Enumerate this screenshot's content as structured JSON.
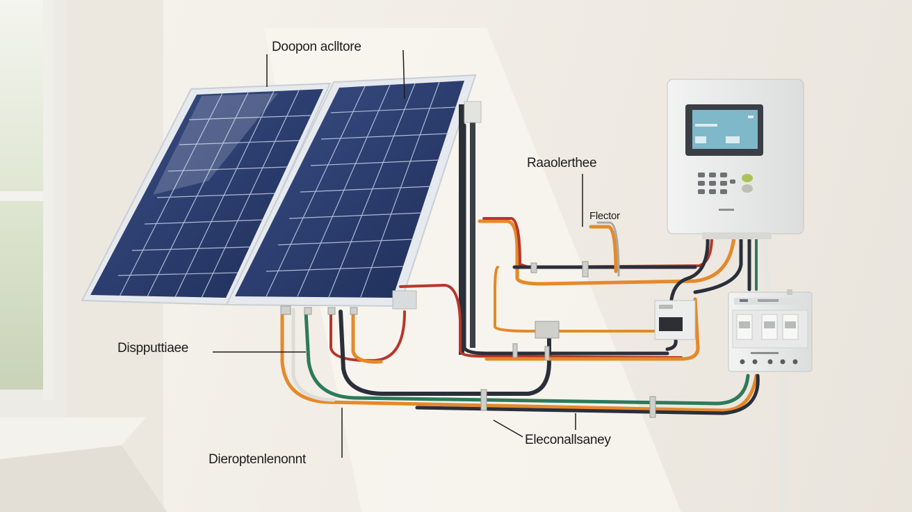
{
  "labels": {
    "top": "Doopon aclltore",
    "regulator": "Raaolerthee",
    "fuse": "Flector",
    "left": "Dispputtiaee",
    "bottom": "Dieroptenlenonnt",
    "bottom_right": "Eleconallsaney"
  },
  "icons": [
    "solar-panel-icon",
    "controller-icon",
    "breaker-icon"
  ],
  "colors": {
    "wall": "#f1ede5",
    "panel_cell": "#263a6e",
    "panel_frame": "#e8ecf0",
    "wire_red": "#b8362a",
    "wire_orange": "#e5892a",
    "wire_green": "#2d7a5a",
    "wire_dark": "#2a2f3a",
    "screen": "#7fb8c8"
  }
}
